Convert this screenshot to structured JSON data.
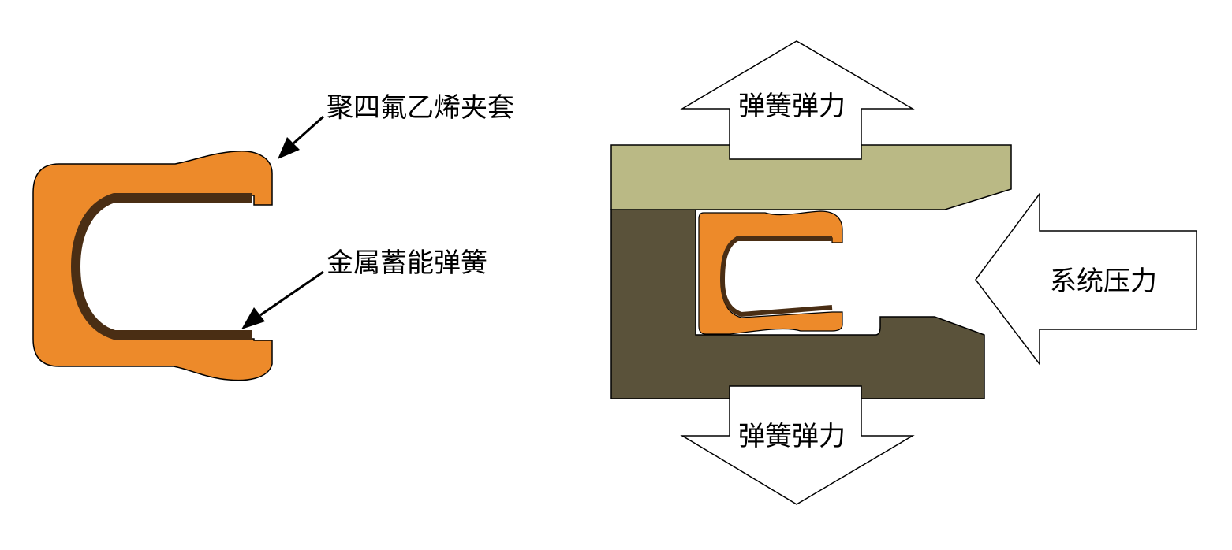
{
  "labels": {
    "ptfe_jacket": "聚四氟乙烯夹套",
    "metal_spring": "金属蓄能弹簧",
    "spring_force_top": "弹簧弹力",
    "spring_force_bottom": "弹簧弹力",
    "system_pressure": "系统压力"
  },
  "colors": {
    "jacket": "#ED8A2A",
    "spring": "#4A2E14",
    "upper_part": "#BAB985",
    "lower_part": "#5A523A",
    "arrow_fill": "#FFFFFF",
    "outline": "#000000"
  }
}
